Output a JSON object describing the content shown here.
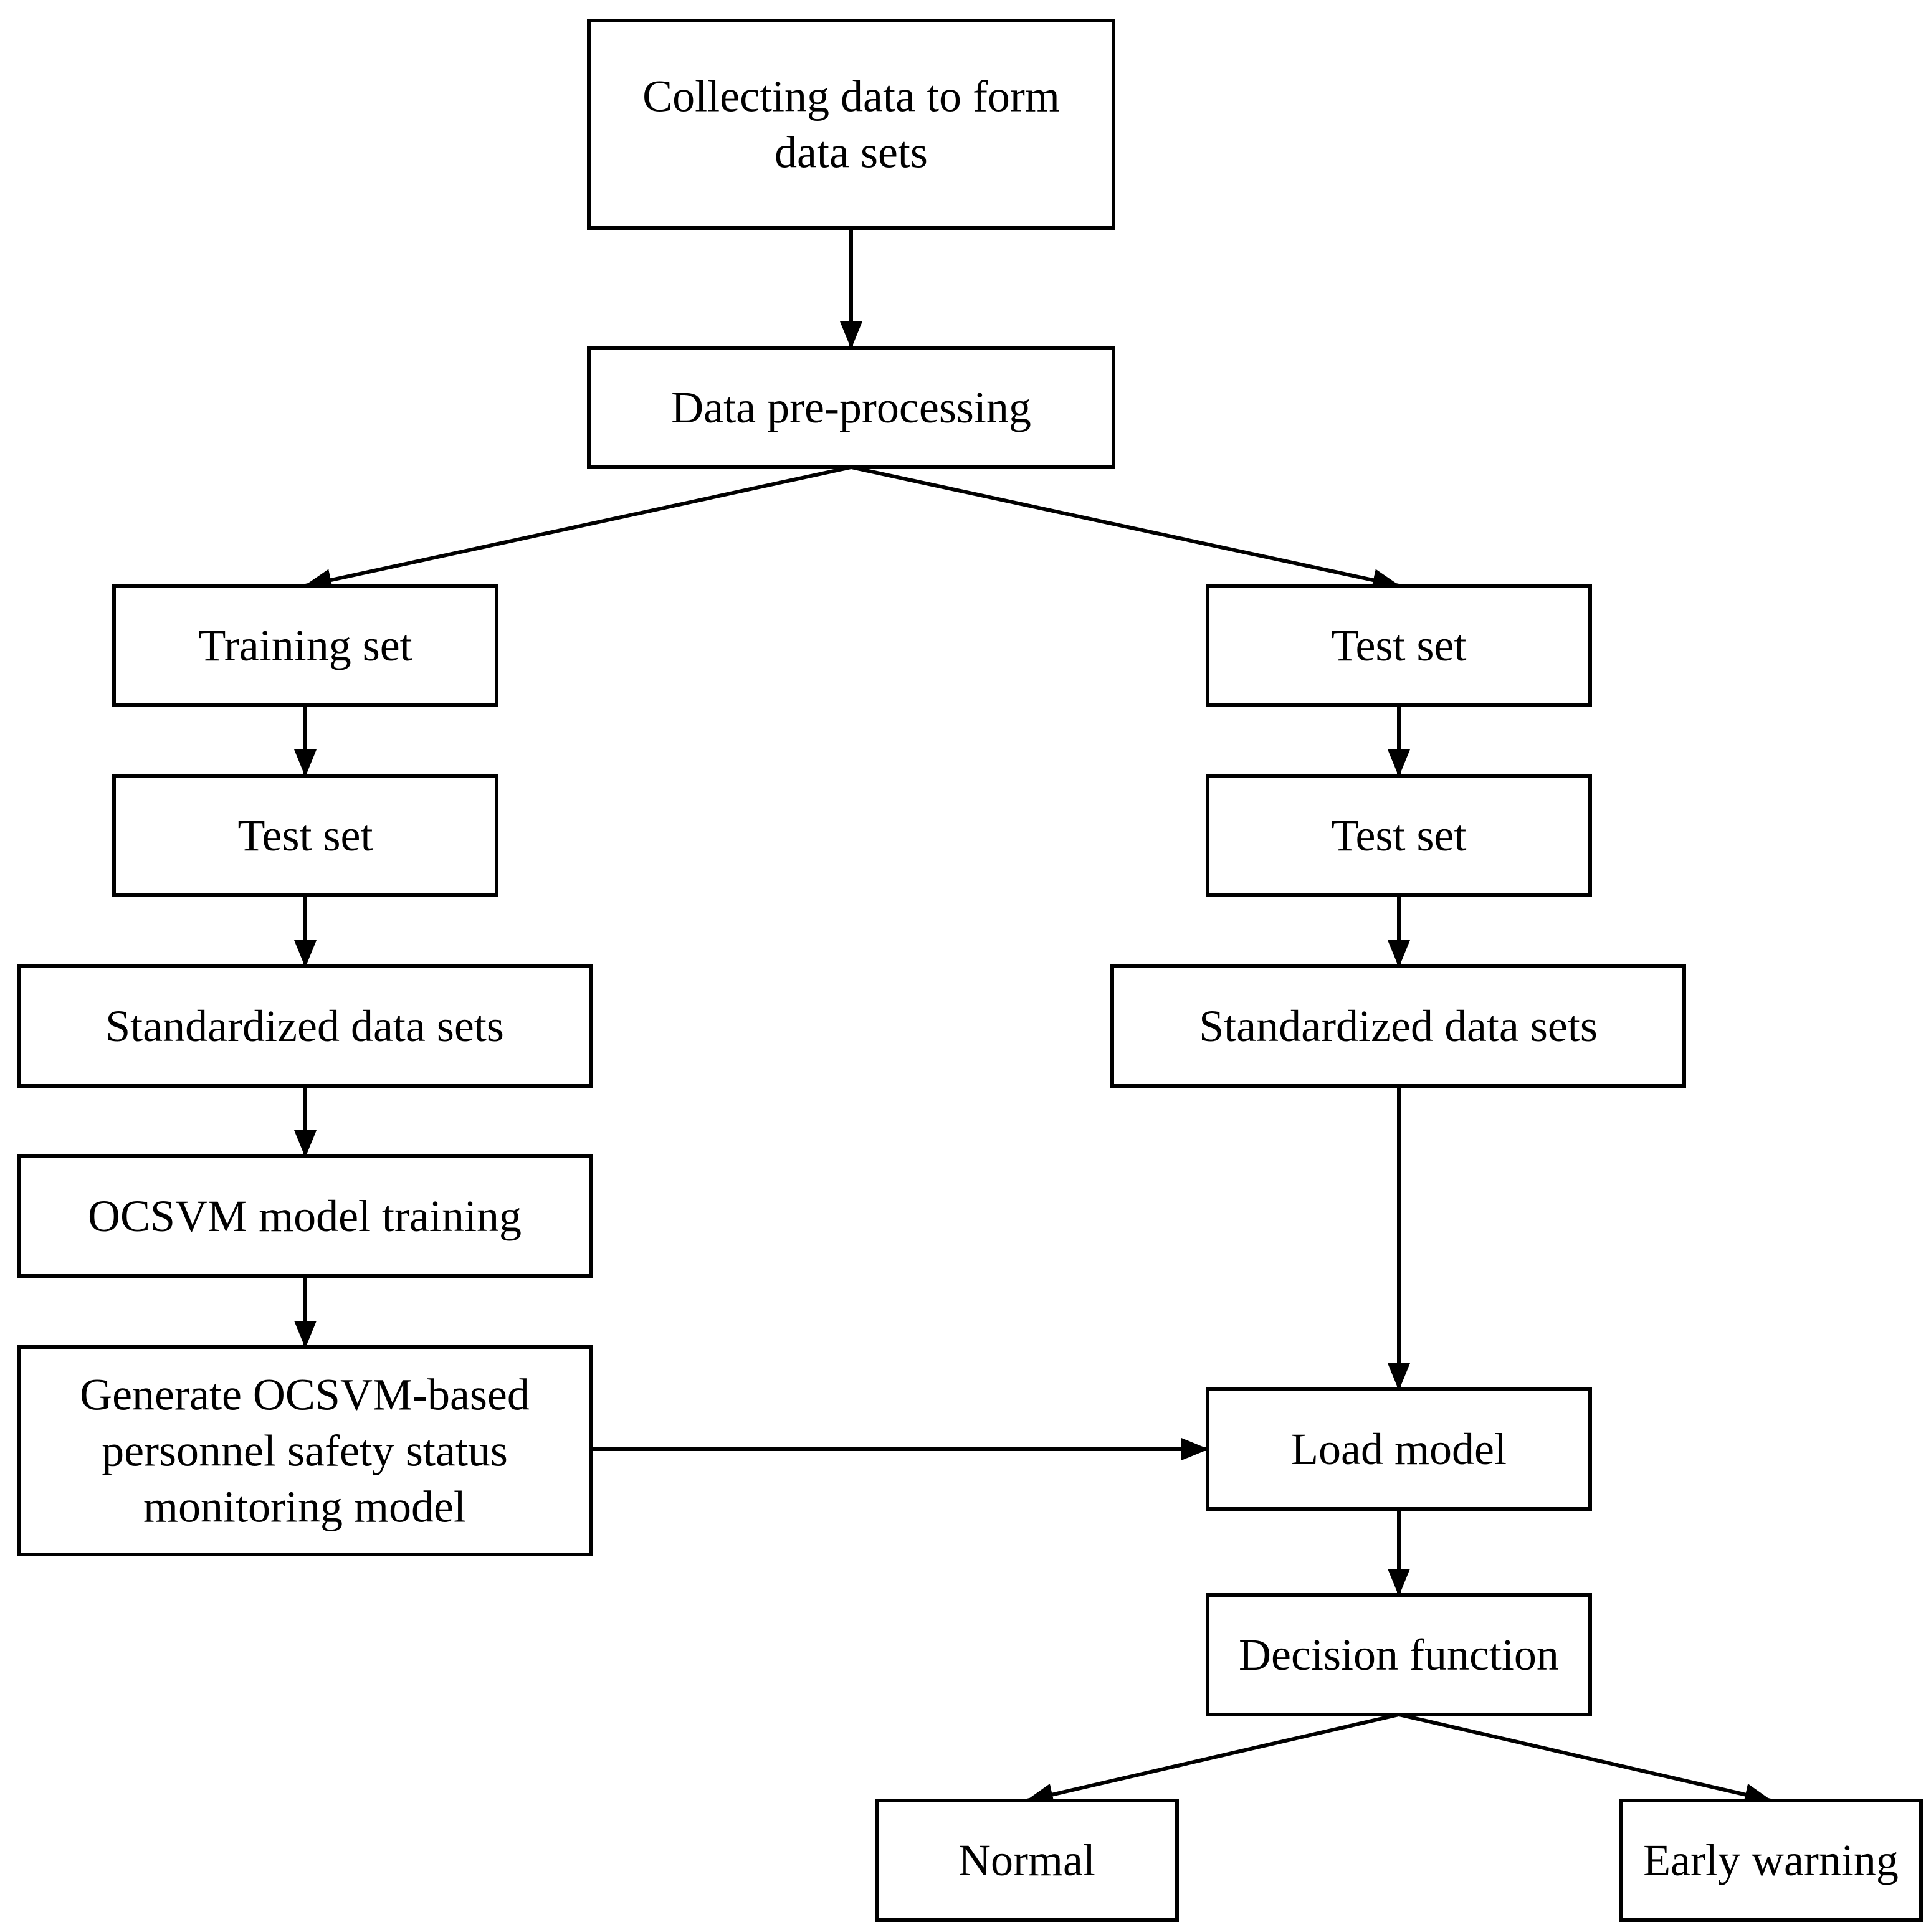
{
  "diagram": {
    "line_color": "#000000",
    "box_fill": "#ffffff",
    "nodes": {
      "collect": {
        "lines": [
          "Collecting data to form",
          "data sets"
        ]
      },
      "preprocess": {
        "lines": [
          "Data pre-processing"
        ]
      },
      "training_set": {
        "lines": [
          "Training set"
        ]
      },
      "left_test_set": {
        "lines": [
          "Test set"
        ]
      },
      "left_standardized": {
        "lines": [
          "Standardized data sets"
        ]
      },
      "ocsvm_training": {
        "lines": [
          "OCSVM model training"
        ]
      },
      "generate_model": {
        "lines": [
          "Generate OCSVM-based",
          "personnel safety status",
          "monitoring model"
        ]
      },
      "right_test_set_1": {
        "lines": [
          "Test set"
        ]
      },
      "right_test_set_2": {
        "lines": [
          "Test set"
        ]
      },
      "right_standardized": {
        "lines": [
          "Standardized data sets"
        ]
      },
      "load_model": {
        "lines": [
          "Load model"
        ]
      },
      "decision_function": {
        "lines": [
          "Decision function"
        ]
      },
      "normal": {
        "lines": [
          "Normal"
        ]
      },
      "early_warning": {
        "lines": [
          "Early warning"
        ]
      }
    },
    "edges": [
      {
        "from": "collect",
        "to": "preprocess"
      },
      {
        "from": "preprocess",
        "to": "training_set"
      },
      {
        "from": "preprocess",
        "to": "right_test_set_1"
      },
      {
        "from": "training_set",
        "to": "left_test_set"
      },
      {
        "from": "left_test_set",
        "to": "left_standardized"
      },
      {
        "from": "left_standardized",
        "to": "ocsvm_training"
      },
      {
        "from": "ocsvm_training",
        "to": "generate_model"
      },
      {
        "from": "right_test_set_1",
        "to": "right_test_set_2"
      },
      {
        "from": "right_test_set_2",
        "to": "right_standardized"
      },
      {
        "from": "right_standardized",
        "to": "load_model"
      },
      {
        "from": "generate_model",
        "to": "load_model"
      },
      {
        "from": "load_model",
        "to": "decision_function"
      },
      {
        "from": "decision_function",
        "to": "normal"
      },
      {
        "from": "decision_function",
        "to": "early_warning"
      }
    ]
  }
}
